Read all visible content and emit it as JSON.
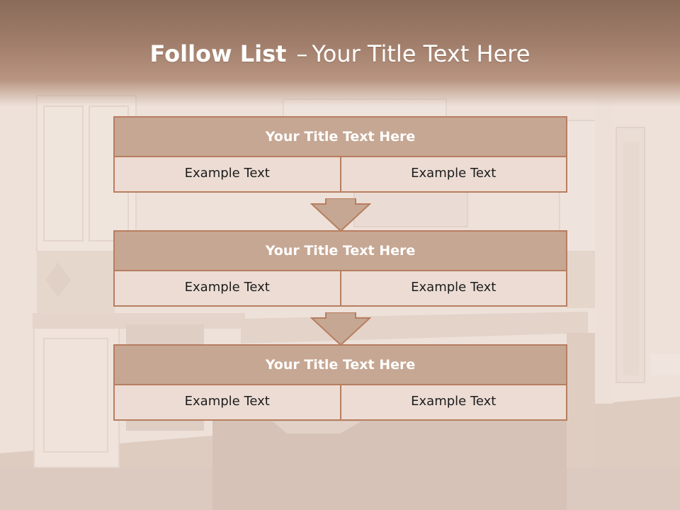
{
  "header": {
    "title_bold": "Follow List",
    "title_dash": "–",
    "title_rest": "Your Title Text Here"
  },
  "steps": [
    {
      "title": "Your Title Text Here",
      "left": "Example Text",
      "right": "Example Text"
    },
    {
      "title": "Your Title Text Here",
      "left": "Example Text",
      "right": "Example Text"
    },
    {
      "title": "Your Title Text Here",
      "left": "Example Text",
      "right": "Example Text"
    }
  ],
  "colors": {
    "header": "#a07d6a",
    "block_title": "#c6a793",
    "block_border": "#b77e60",
    "cell_bg": "#ecdcd4",
    "arrow": "#c6a793"
  },
  "background_image": "kitchen-interior"
}
